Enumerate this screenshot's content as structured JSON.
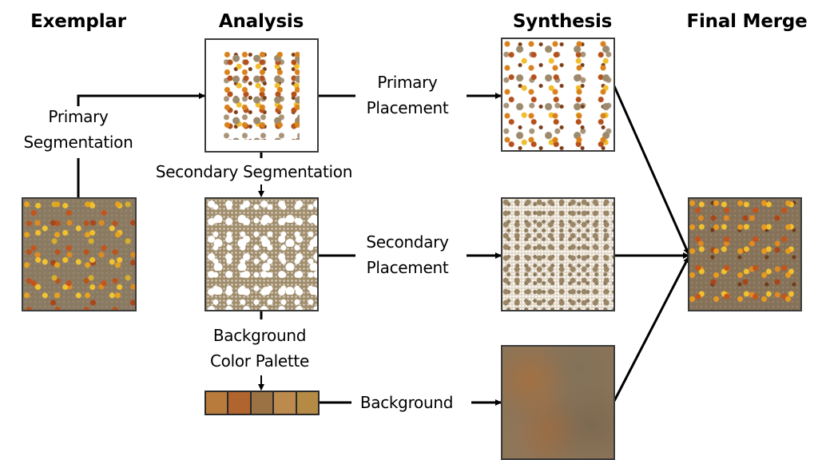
{
  "headings": {
    "exemplar": "Exemplar",
    "analysis": "Analysis",
    "synthesis": "Synthesis",
    "final_merge": "Final Merge"
  },
  "labels": {
    "primary_segmentation_line1": "Primary",
    "primary_segmentation_line2": "Segmentation",
    "secondary_segmentation": "Secondary Segmentation",
    "background_color_palette_line1": "Background",
    "background_color_palette_line2": "Color  Palette",
    "primary_placement_line1": "Primary",
    "primary_placement_line2": "Placement",
    "secondary_placement_line1": "Secondary",
    "secondary_placement_line2": "Placement",
    "background": "Background"
  },
  "images": {
    "exemplar": "exemplar texture (leaves on ground)",
    "analysis_primary": "segmented primary leaf elements",
    "analysis_secondary": "segmented secondary ground elements",
    "synthesis_primary": "synthesized primary placement",
    "synthesis_secondary": "synthesized secondary placement",
    "synthesis_background": "synthesized blurred background",
    "final_merge": "final merged texture"
  },
  "palette": {
    "colors": [
      "#b97b3c",
      "#b0652e",
      "#9a7244",
      "#bd8a4e",
      "#b48a44"
    ]
  },
  "colors": {
    "line": "#000000",
    "border": "#3c3c3c"
  }
}
